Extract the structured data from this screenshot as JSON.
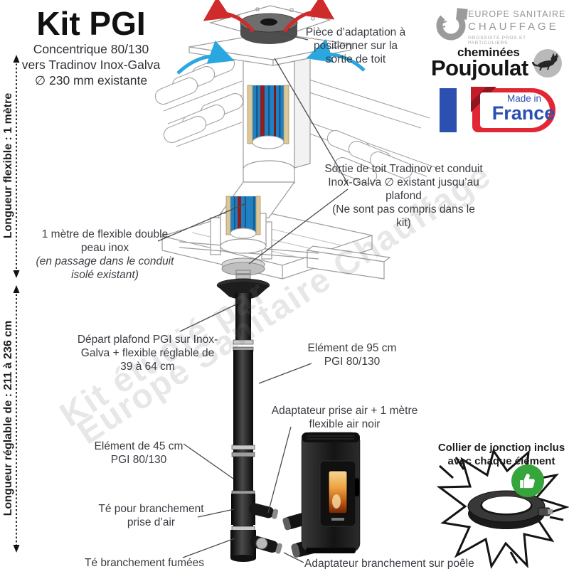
{
  "title": {
    "main": "Kit PGI",
    "line1": "Concentrique 80/130",
    "line2": "vers Tradinov Inox-Galva",
    "line3": "∅ 230 mm  existante"
  },
  "dimensions": {
    "flexible": "Longueur flexible : 1 mètre",
    "reglable": "Longueur réglable de : 211 à 236 cm"
  },
  "logos": {
    "esc_line1": "EUROPE SANITAIRE",
    "esc_line2": "CHAUFFAGE",
    "esc_line3": "GROSSISTE PROS ET PARTICULIERS",
    "poujoulat_top": "cheminées",
    "poujoulat_main": "Poujoulat",
    "mif_line1": "Made in",
    "mif_line2": "France"
  },
  "annotations": {
    "piece_adaptation": "Pièce d’adaptation à positionner sur la sortie de toit",
    "sortie_toit": "Sortie de toit Tradinov et conduit Inox-Galva ∅ existant jusqu’au plafond",
    "sortie_toit_note": "(Ne sont pas compris dans le kit)",
    "flexible_inox": "1 mètre de flexible double peau inox",
    "flexible_inox_note": "(en passage dans le conduit isolé existant)",
    "depart_plafond": "Départ plafond PGI sur Inox-Galva + flexible réglable de 39 à 64 cm",
    "element_95": "Elément de 95 cm PGI 80/130",
    "adaptateur_air": "Adaptateur prise air + 1 mètre flexible air noir",
    "element_45": "Elément de 45 cm PGI 80/130",
    "te_air": "Té pour branchement prise d’air",
    "te_fumees": "Té branchement fumées",
    "adaptateur_poele": "Adaptateur branchement sur poêle",
    "collier": "Collier de jonction inclus avec chaque élément"
  },
  "watermark": {
    "line1": "Kit étudié par",
    "line2": "Europe Sanitaire Chauffage"
  },
  "icons": {
    "approval": "thumbs-up-icon",
    "rotation": "red-curved-arrow-icon",
    "positioning": "blue-curved-arrow-icon",
    "brand_animal": "cat-silhouette-icon"
  },
  "colors": {
    "accent_red": "#cf2b2b",
    "accent_blue": "#2aa7df",
    "liner_blue": "#2180c2",
    "liner_red": "#8e1f1f",
    "badge_green": "#36a53b",
    "france_blue": "#2b50b0",
    "france_red": "#e32633"
  }
}
